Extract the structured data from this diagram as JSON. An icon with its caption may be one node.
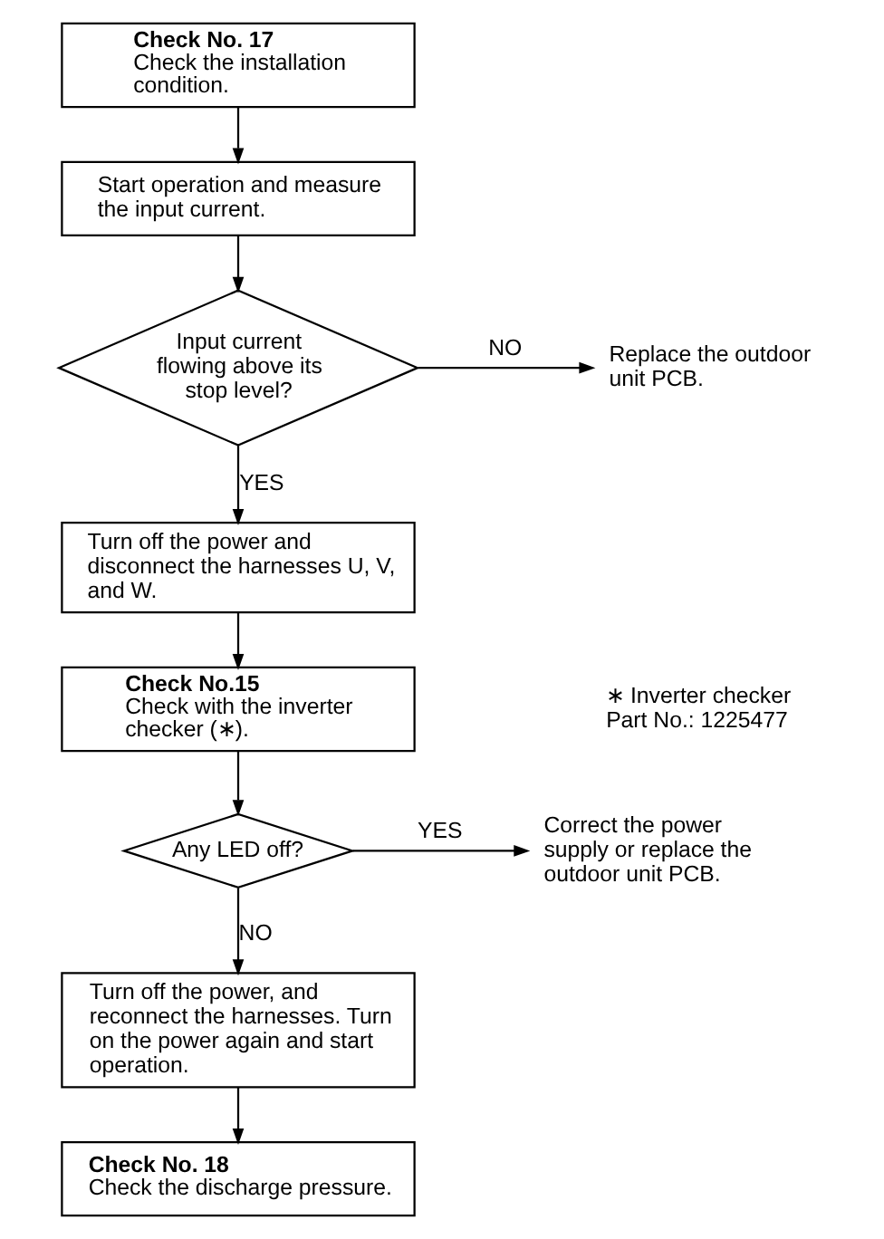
{
  "diagram": {
    "nodes": [
      {
        "text": [
          "Check No. 17",
          "Check the installation condition."
        ]
      },
      {
        "text": [
          "Start operation and measure the input current."
        ]
      },
      {
        "text": [
          "Input current flowing above its stop level?"
        ]
      },
      {
        "text": [
          "Replace the outdoor unit PCB."
        ]
      },
      {
        "text": [
          "Turn off the power and disconnect the harnesses U, V, and W."
        ]
      },
      {
        "text": [
          "Check No.15",
          "Check with the inverter checker (∗)."
        ]
      },
      {
        "text": [
          "Any LED off?"
        ]
      },
      {
        "text": [
          "Correct the power supply or replace the outdoor unit PCB."
        ]
      },
      {
        "text": [
          "Turn off the power, and reconnect the harnesses. Turn on the power again and start operation."
        ]
      },
      {
        "text": [
          "Check No. 18",
          "Check the discharge pressure."
        ]
      }
    ],
    "edges": [
      {
        "from": 0,
        "to": 1,
        "arrow": "to"
      },
      {
        "from": 1,
        "to": 2,
        "arrow": "to"
      },
      {
        "from": 2,
        "to": 3,
        "arrow": "to",
        "label": "NO"
      },
      {
        "from": 2,
        "to": 4,
        "arrow": "to",
        "label": "YES"
      },
      {
        "from": 4,
        "to": 5,
        "arrow": "to"
      },
      {
        "from": 5,
        "to": 6,
        "arrow": "to"
      },
      {
        "from": 6,
        "to": 7,
        "arrow": "to",
        "label": "YES"
      },
      {
        "from": 6,
        "to": 8,
        "arrow": "to",
        "label": "NO"
      },
      {
        "from": 8,
        "to": 9,
        "arrow": "to"
      }
    ],
    "labels": [
      "∗ Inverter checker Part No.: 1225477"
    ]
  }
}
